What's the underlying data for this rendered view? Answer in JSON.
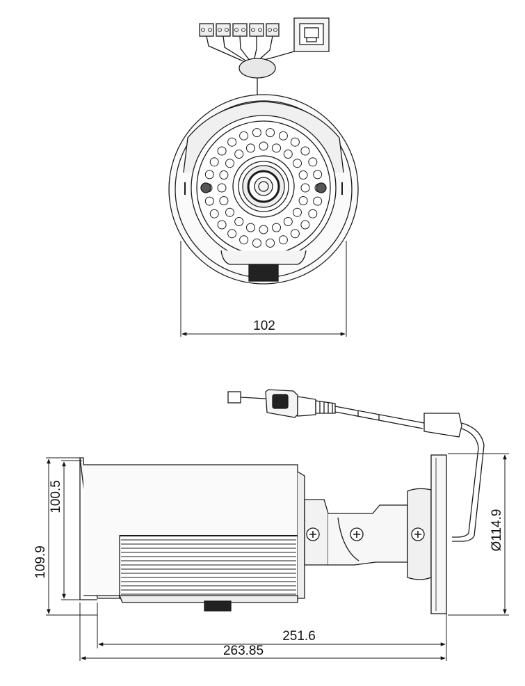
{
  "front_view": {
    "width_dim": "102"
  },
  "side_view": {
    "height_outer_dim": "109.9",
    "height_inner_dim": "100.5",
    "mount_diameter_dim": "Ø114.9",
    "length_body_dim": "251.6",
    "length_total_dim": "263.85"
  },
  "colors": {
    "line": "#1a1a1a",
    "fill_light": "#f2f2f2",
    "fill_dark": "#222222"
  }
}
